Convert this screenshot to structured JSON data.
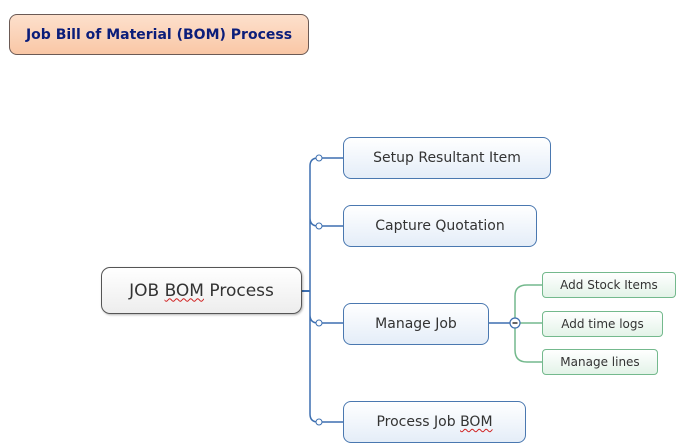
{
  "title": "Job Bill of Material (BOM) Process",
  "root": {
    "prefix": "JOB ",
    "emph": "BOM",
    "suffix": " Process"
  },
  "main_topics": [
    {
      "label": "Setup Resultant Item"
    },
    {
      "label": "Capture Quotation"
    },
    {
      "label": "Manage Job"
    },
    {
      "prefix": "Process Job ",
      "emph": "BOM"
    }
  ],
  "subtopics": [
    {
      "label": "Add Stock Items"
    },
    {
      "label": "Add time logs"
    },
    {
      "label": "Manage lines"
    }
  ],
  "collapse_icon": "minus-circle-icon",
  "colors": {
    "main_line": "#3d6fb0",
    "sub_line": "#74b98d",
    "title_text": "#0b1d7a"
  }
}
